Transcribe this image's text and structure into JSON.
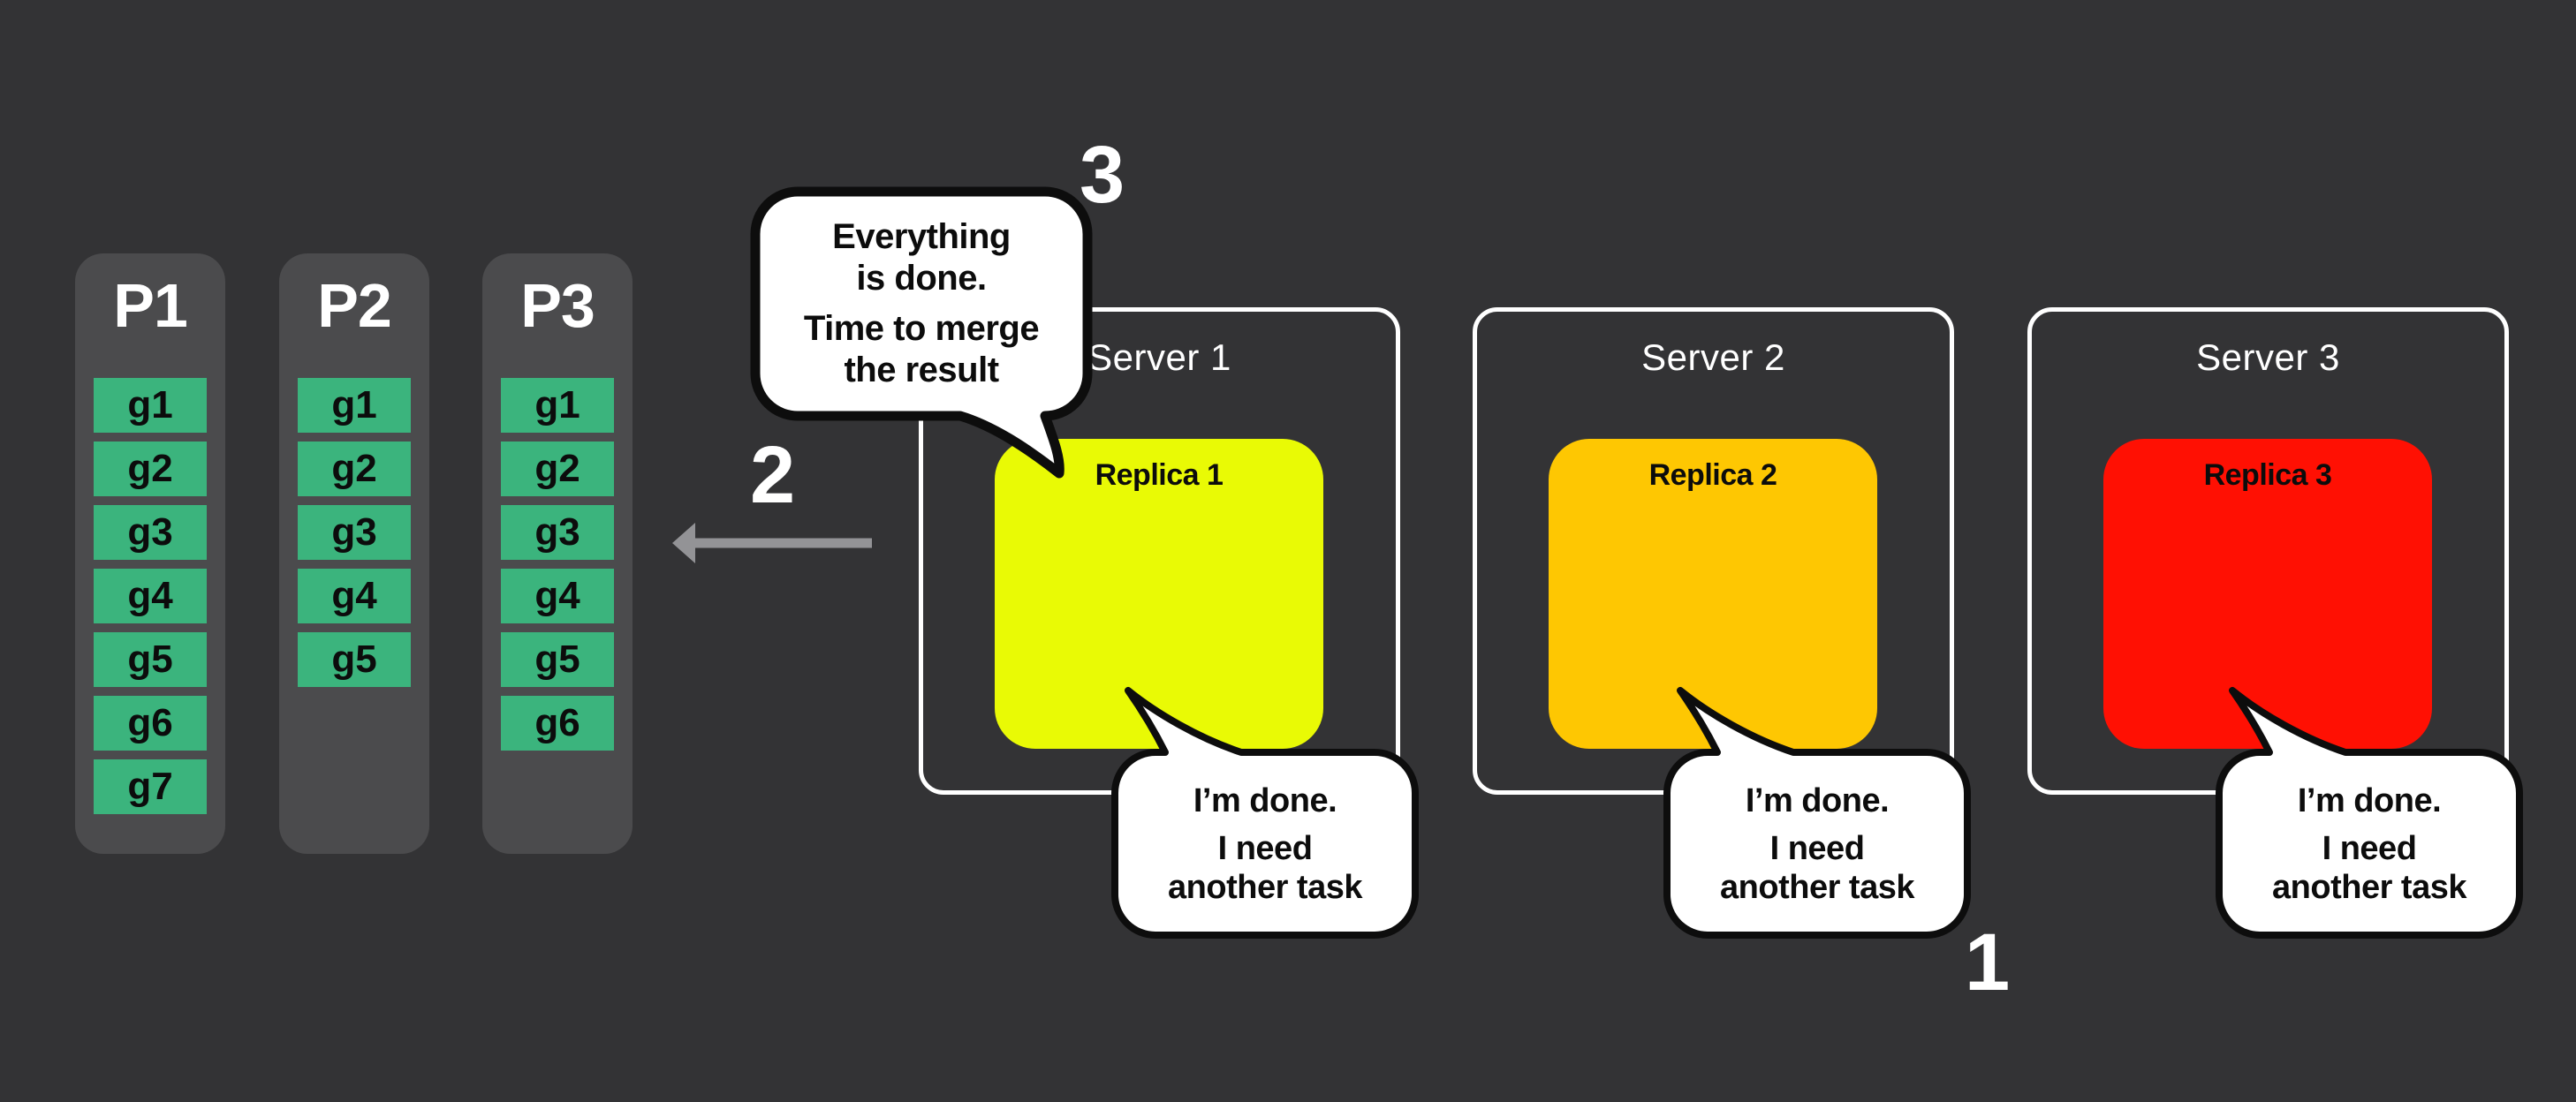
{
  "partitions": [
    {
      "label": "P1",
      "cells": [
        "g1",
        "g2",
        "g3",
        "g4",
        "g5",
        "g6",
        "g7"
      ]
    },
    {
      "label": "P2",
      "cells": [
        "g1",
        "g2",
        "g3",
        "g4",
        "g5"
      ]
    },
    {
      "label": "P3",
      "cells": [
        "g1",
        "g2",
        "g3",
        "g4",
        "g5",
        "g6"
      ]
    }
  ],
  "servers": [
    {
      "title": "Server 1",
      "replica_label": "Replica 1",
      "replica_color": "#e9fa05"
    },
    {
      "title": "Server 2",
      "replica_label": "Replica 2",
      "replica_color": "#fec702"
    },
    {
      "title": "Server 3",
      "replica_label": "Replica 3",
      "replica_color": "#ff1003"
    }
  ],
  "merge_bubble": {
    "line1": "Everything",
    "line2": "is done.",
    "line3": "Time to merge",
    "line4": "the result"
  },
  "task_bubble": {
    "line1": "I’m done.",
    "line2": "I need",
    "line3": "another task"
  },
  "steps": {
    "step1": "1",
    "step2": "2",
    "step3": "3"
  },
  "colors": {
    "background": "#333335",
    "partition_gray": "#4b4b4d",
    "cell_green": "#3bb47d",
    "replica_yellow": "#e9fa05",
    "replica_orange": "#fec702",
    "replica_red": "#ff1003",
    "arrow_gray": "#939396",
    "bubble_border": "#0d0d0d",
    "bubble_fill": "#ffffff"
  }
}
